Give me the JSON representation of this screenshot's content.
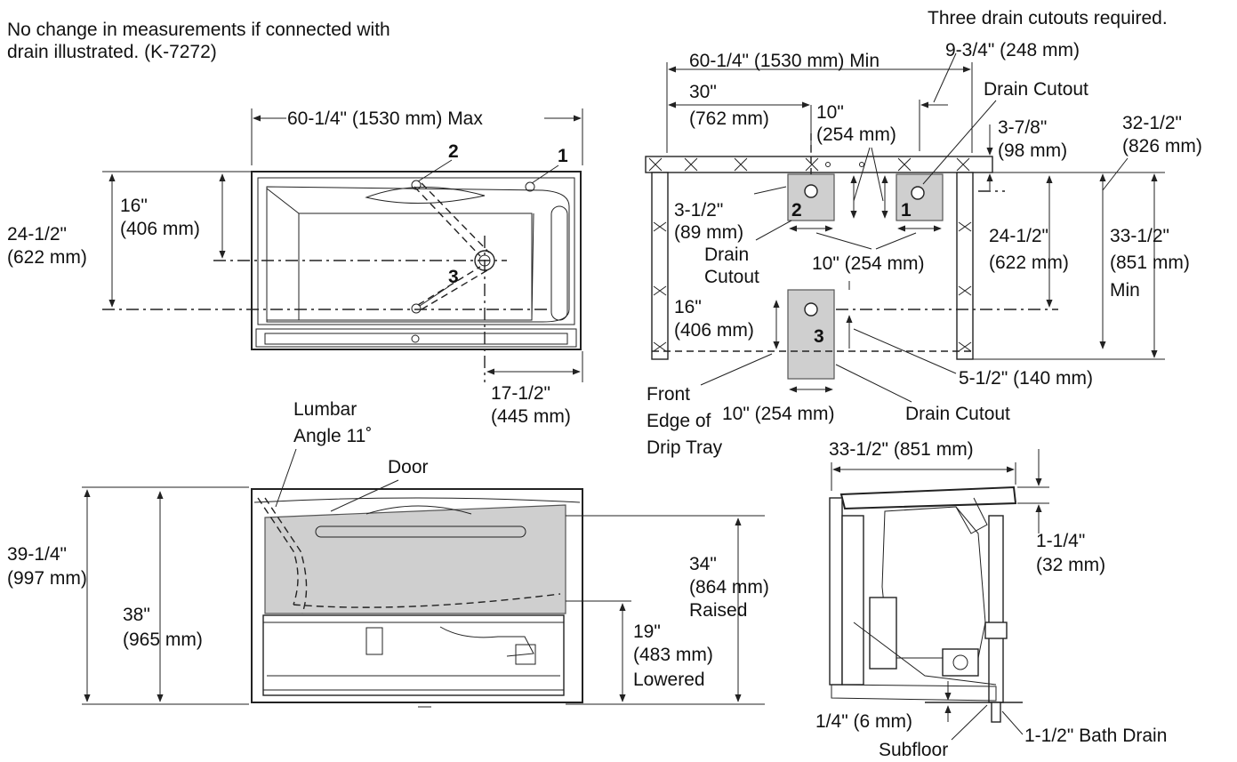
{
  "notes": {
    "top_left": [
      "No change in measurements if connected with",
      "drain illustrated. (K-7272)"
    ],
    "top_right": "Three drain cutouts required."
  },
  "top_view": {
    "width": "60-1/4\" (1530 mm) Max",
    "depth": [
      "24-1/2\"",
      "(622 mm)"
    ],
    "drain_offset": [
      "16\"",
      "(406 mm)"
    ],
    "drain_side": [
      "17-1/2\"",
      "(445 mm)"
    ],
    "labels": {
      "one": "1",
      "two": "2",
      "three": "3"
    }
  },
  "plan_view": {
    "width_min": "60-1/4\" (1530 mm) Min",
    "half_width": [
      "30\"",
      "(762 mm)"
    ],
    "cutout_spacing": [
      "10\"",
      "(254 mm)"
    ],
    "drain1_offset": "9-3/4\" (248 mm)",
    "drain_cutout_1": "Drain Cutout",
    "depth_3_7_8": [
      "3-7/8\"",
      "(98 mm)"
    ],
    "depth_32": [
      "32-1/2\"",
      "(826 mm)"
    ],
    "offset_3_1_2": [
      "3-1/2\"",
      "(89 mm)"
    ],
    "drain_cutout_2": [
      "Drain",
      "Cutout"
    ],
    "width_10_a": "10\" (254 mm)",
    "depth_24": [
      "24-1/2\"",
      "(622 mm)"
    ],
    "depth_33_min": [
      "33-1/2\"",
      "(851 mm)",
      "Min"
    ],
    "depth_16": [
      "16\"",
      "(406 mm)"
    ],
    "offset_5_1_2": "5-1/2\" (140 mm)",
    "front_edge": [
      "Front",
      "Edge of",
      "Drip Tray"
    ],
    "width_10_b": "10\" (254 mm)",
    "drain_cutout_3": "Drain Cutout",
    "labels": {
      "one": "1",
      "two": "2",
      "three": "3"
    }
  },
  "front_view": {
    "lumbar": [
      "Lumbar",
      "Angle 11˚"
    ],
    "door": "Door",
    "height_39": [
      "39-1/4\"",
      "(997 mm)"
    ],
    "height_38": [
      "38\"",
      "(965 mm)"
    ],
    "raised": [
      "34\"",
      "(864 mm)",
      "Raised"
    ],
    "lowered": [
      "19\"",
      "(483 mm)",
      "Lowered"
    ]
  },
  "side_view": {
    "depth": "33-1/2\" (851 mm)",
    "rim": [
      "1-1/4\"",
      "(32 mm)"
    ],
    "gap": "1/4\" (6 mm)",
    "subfloor": "Subfloor",
    "bath_drain": "1-1/2\" Bath Drain"
  }
}
